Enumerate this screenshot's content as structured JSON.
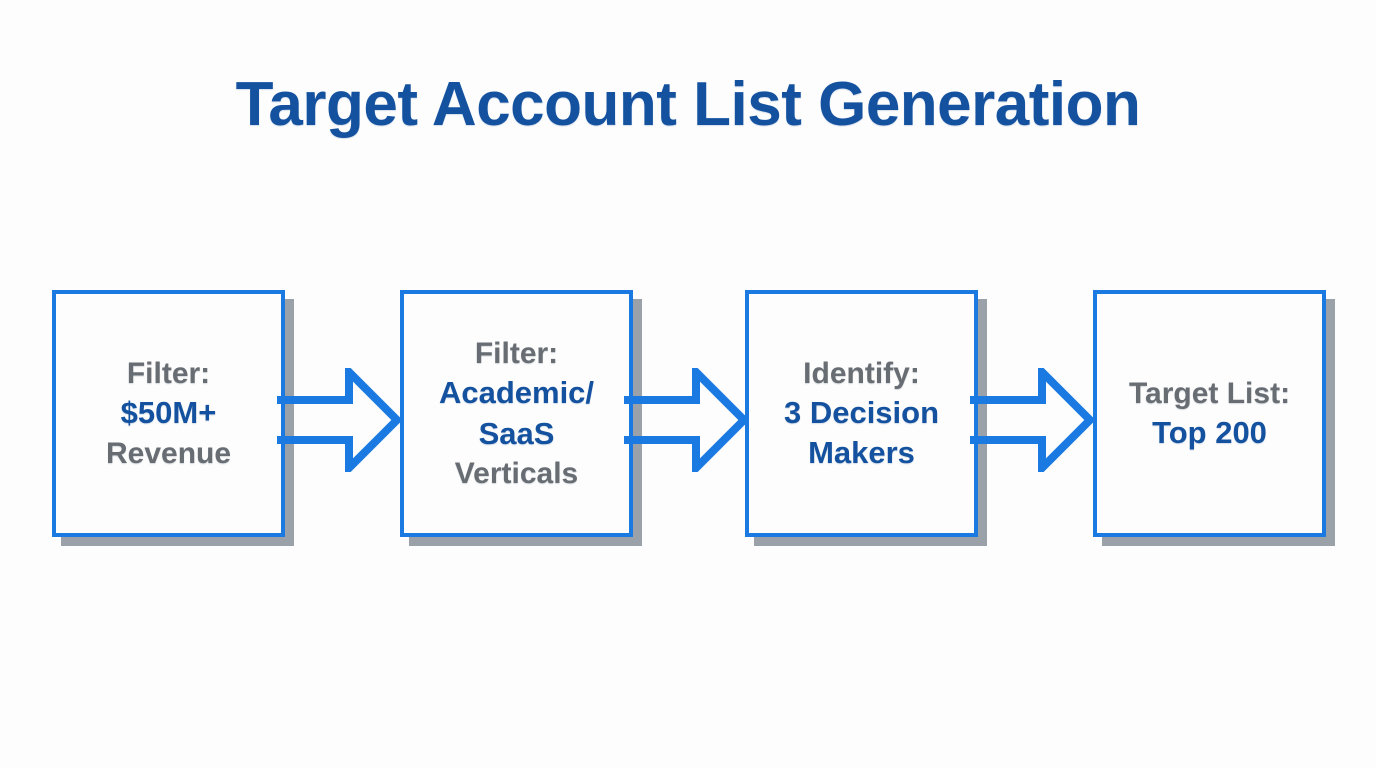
{
  "slide": {
    "title": "Target Account List Generation",
    "background_color": "#fdfdfe",
    "accent_blue": "#1a7ae2",
    "text_blue": "#14529f",
    "text_gray": "#676d73",
    "shadow_gray": "#9aa1a8"
  },
  "flow": {
    "steps": [
      {
        "id": "filter-revenue",
        "lines": [
          {
            "text": "Filter:",
            "style": "gray"
          },
          {
            "text": "$50M+",
            "style": "blue"
          },
          {
            "text": "Revenue",
            "style": "gray"
          }
        ]
      },
      {
        "id": "filter-verticals",
        "lines": [
          {
            "text": "Filter:",
            "style": "gray"
          },
          {
            "text": "Academic/",
            "style": "blue"
          },
          {
            "text": "SaaS",
            "style": "blue"
          },
          {
            "text": "Verticals",
            "style": "gray"
          }
        ]
      },
      {
        "id": "identify-decision-makers",
        "lines": [
          {
            "text": "Identify:",
            "style": "gray"
          },
          {
            "text": "3 Decision",
            "style": "blue"
          },
          {
            "text": "Makers",
            "style": "blue"
          }
        ]
      },
      {
        "id": "target-list",
        "lines": [
          {
            "text": "Target List:",
            "style": "gray"
          },
          {
            "text": "Top 200",
            "style": "blue"
          }
        ]
      }
    ],
    "arrows": [
      {
        "id": "arrow-step1-to-step2",
        "direction": "right"
      },
      {
        "id": "arrow-step2-to-step3",
        "direction": "right"
      },
      {
        "id": "arrow-step3-to-step4",
        "direction": "right"
      }
    ]
  }
}
